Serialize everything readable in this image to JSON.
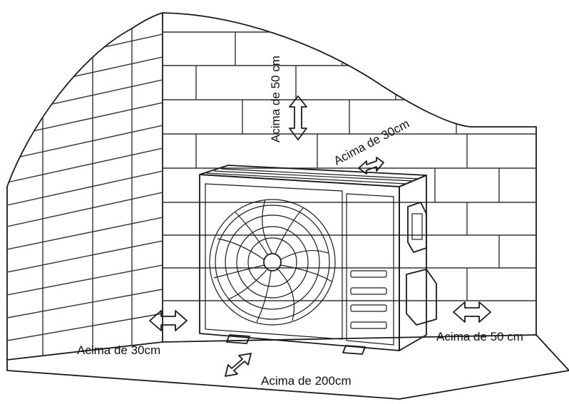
{
  "labels": {
    "top": "Acima de 50 cm",
    "rear": "Acima de 30cm",
    "left": "Acima de 30cm",
    "right": "Acima de 50 cm",
    "front": "Acima de 200cm"
  },
  "colors": {
    "line": "#1a1a1a",
    "background": "#ffffff"
  }
}
